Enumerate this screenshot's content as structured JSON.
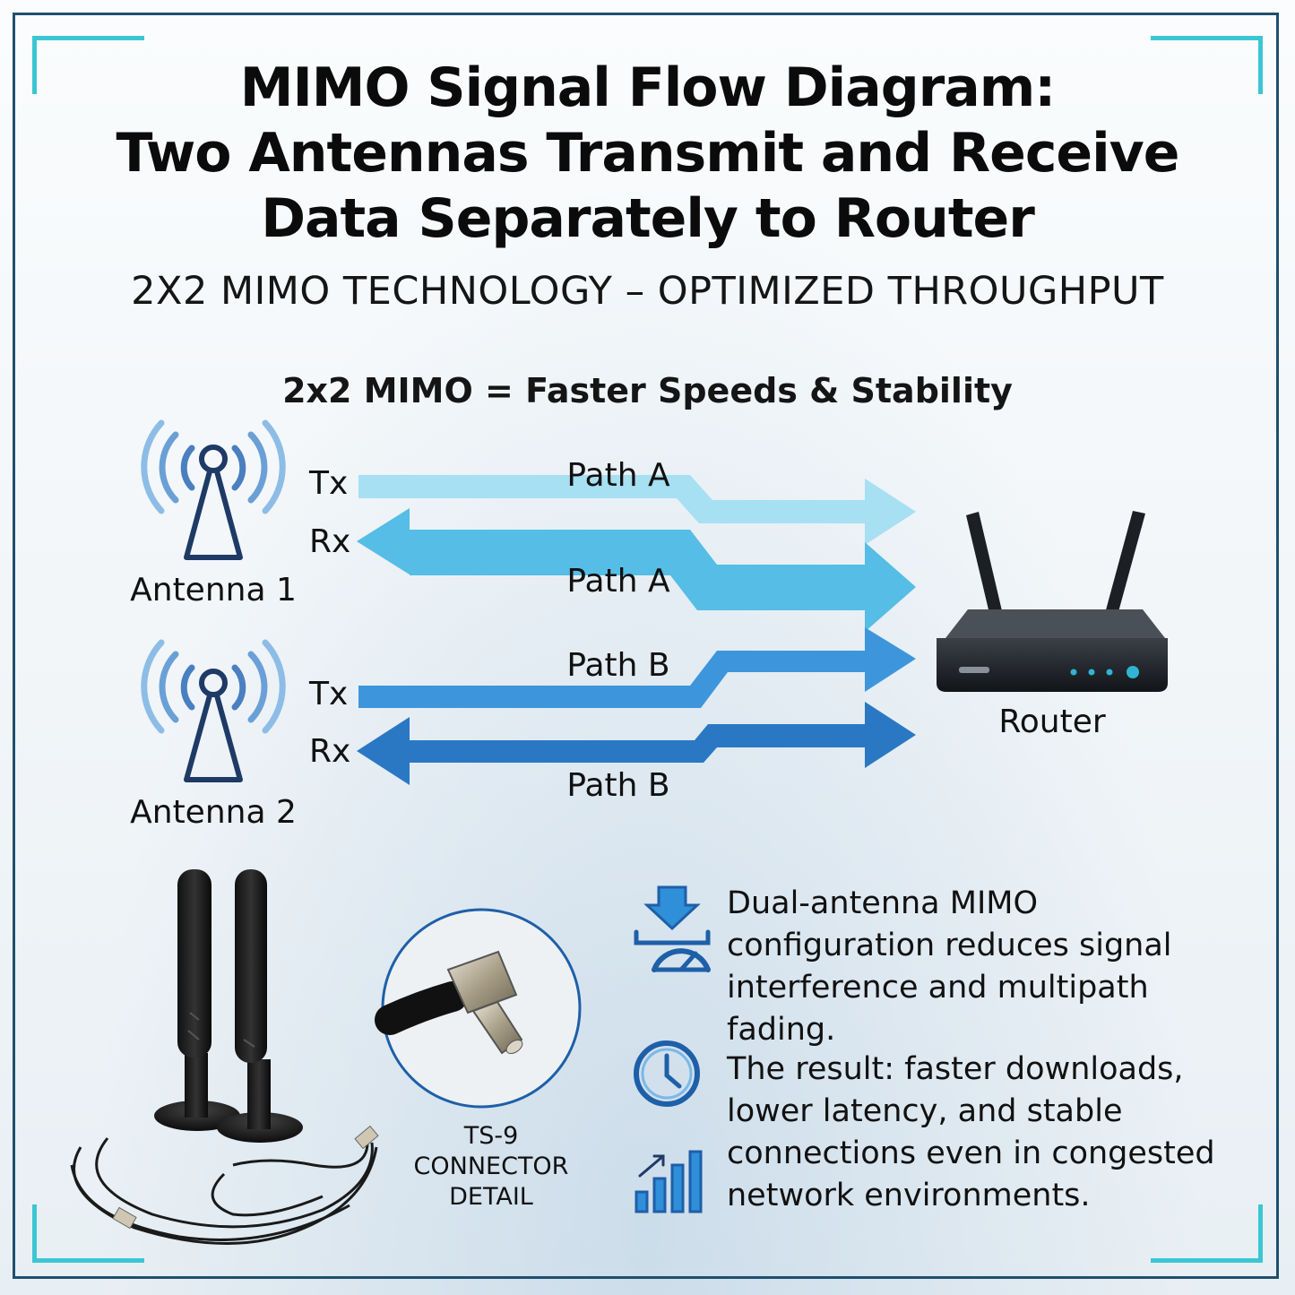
{
  "header": {
    "title_line1": "MIMO Signal Flow Diagram:",
    "title_line2": "Two Antennas Transmit and Receive",
    "title_line3": "Data Separately to Router",
    "subtitle": "2X2 MIMO TECHNOLOGY – OPTIMIZED THROUGHPUT"
  },
  "diagram": {
    "tagline": "2x2 MIMO = Faster Speeds & Stability",
    "antenna1_label": "Antenna 1",
    "antenna2_label": "Antenna 2",
    "router_label": "Router",
    "paths": [
      {
        "direction": "Tx",
        "label": "Path A",
        "color": "#a7dff3"
      },
      {
        "direction": "Rx",
        "label": "Path A",
        "color": "#55bde6"
      },
      {
        "direction": "Tx",
        "label": "Path B",
        "color": "#3d96dc"
      },
      {
        "direction": "Rx",
        "label": "Path B",
        "color": "#2a78c4"
      }
    ]
  },
  "product": {
    "connector_caption_line1": "TS-9",
    "connector_caption_line2": "CONNECTOR",
    "connector_caption_line3": "DETAIL"
  },
  "features": [
    {
      "icon": "download-speed-icon",
      "text": "Dual-antenna MIMO configuration reduces signal interference and multipath fading."
    },
    {
      "icon": "clock-icon",
      "text": "The result: faster downloads, lower latency, and stable connections even in congested network environments."
    },
    {
      "icon": "bar-chart-growth-icon",
      "text": ""
    }
  ],
  "colors": {
    "frame": "#1f4f6e",
    "corner_accent": "#3cc6d4",
    "icon_blue": "#1e5fa8",
    "antenna_navy": "#1e3a66"
  }
}
